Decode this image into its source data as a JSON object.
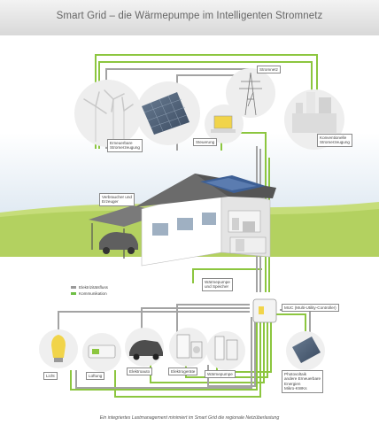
{
  "title": "Smart Grid – die Wärmepumpe im Intelligenten Stromnetz",
  "caption": "Ein integriertes Lastmanagement minimiert im Smart Grid die regionale Netzüberlastung",
  "labels": {
    "renewable": "Erneuerbare\nStromerzeugung",
    "control": "Steuerung",
    "grid": "Stromnetz",
    "conventional": "Konventionelle\nStromerzeugung",
    "consumers": "Verbraucher und\nErzeuger",
    "heatpump_storage": "Wärmepumpe\nund Speicher",
    "muc": "MUC (Multi-Utility-Controller)",
    "light": "Licht",
    "ventilation": "Lüftung",
    "ecar": "Elektroauto",
    "appliances": "Elektrogeräte",
    "heatpump": "Wärmepumpe",
    "pv": "Photovoltaik\nandere Erneuerbare\nEnergien\nMikro-KWKs"
  },
  "legend": {
    "power_flow": "Elektrizitätsfluss",
    "communication": "Kommunikation"
  },
  "colors": {
    "power": "#9a9a9a",
    "communication": "#6fbf45",
    "accent": "#8cc63f"
  }
}
